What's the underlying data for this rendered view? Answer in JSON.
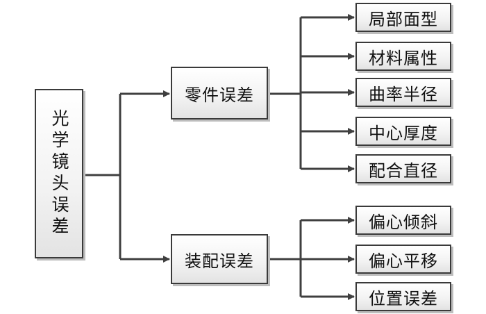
{
  "root": {
    "label": "光学镜头误差"
  },
  "branches": [
    {
      "label": "零件误差",
      "children": [
        "局部面型",
        "材料属性",
        "曲率半径",
        "中心厚度",
        "配合直径"
      ]
    },
    {
      "label": "装配误差",
      "children": [
        "偏心倾斜",
        "偏心平移",
        "位置误差"
      ]
    }
  ],
  "colors": {
    "line": "#3f3f3f",
    "border": "#3a3a3a",
    "fill_top": "#ffffff",
    "fill_bottom": "#e3e3e3",
    "shadow": "#bdbdbd"
  }
}
